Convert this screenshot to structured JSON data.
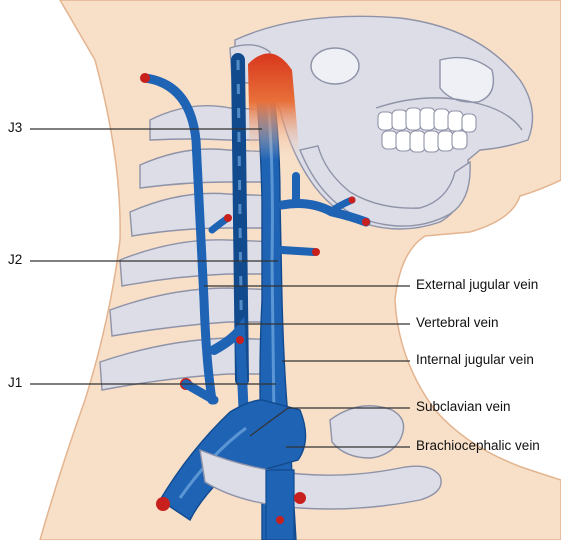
{
  "labels_left": {
    "j3": "J3",
    "j2": "J2",
    "j1": "J1"
  },
  "labels_right": {
    "external_jugular": "External jugular vein",
    "vertebral": "Vertebral vein",
    "internal_jugular": "Internal jugular vein",
    "subclavian": "Subclavian vein",
    "brachiocephalic": "Brachiocephalic vein"
  },
  "colors": {
    "skin": "#f7dfc8",
    "skin_outline": "#e3b48f",
    "bone": "#dcdde7",
    "bone_outline": "#8f93a8",
    "vein": "#1f63b5",
    "vein_dark": "#124a8e",
    "vein_highlight": "#6fa6df",
    "artery_cut": "#c8201c",
    "leader": "#333333"
  }
}
